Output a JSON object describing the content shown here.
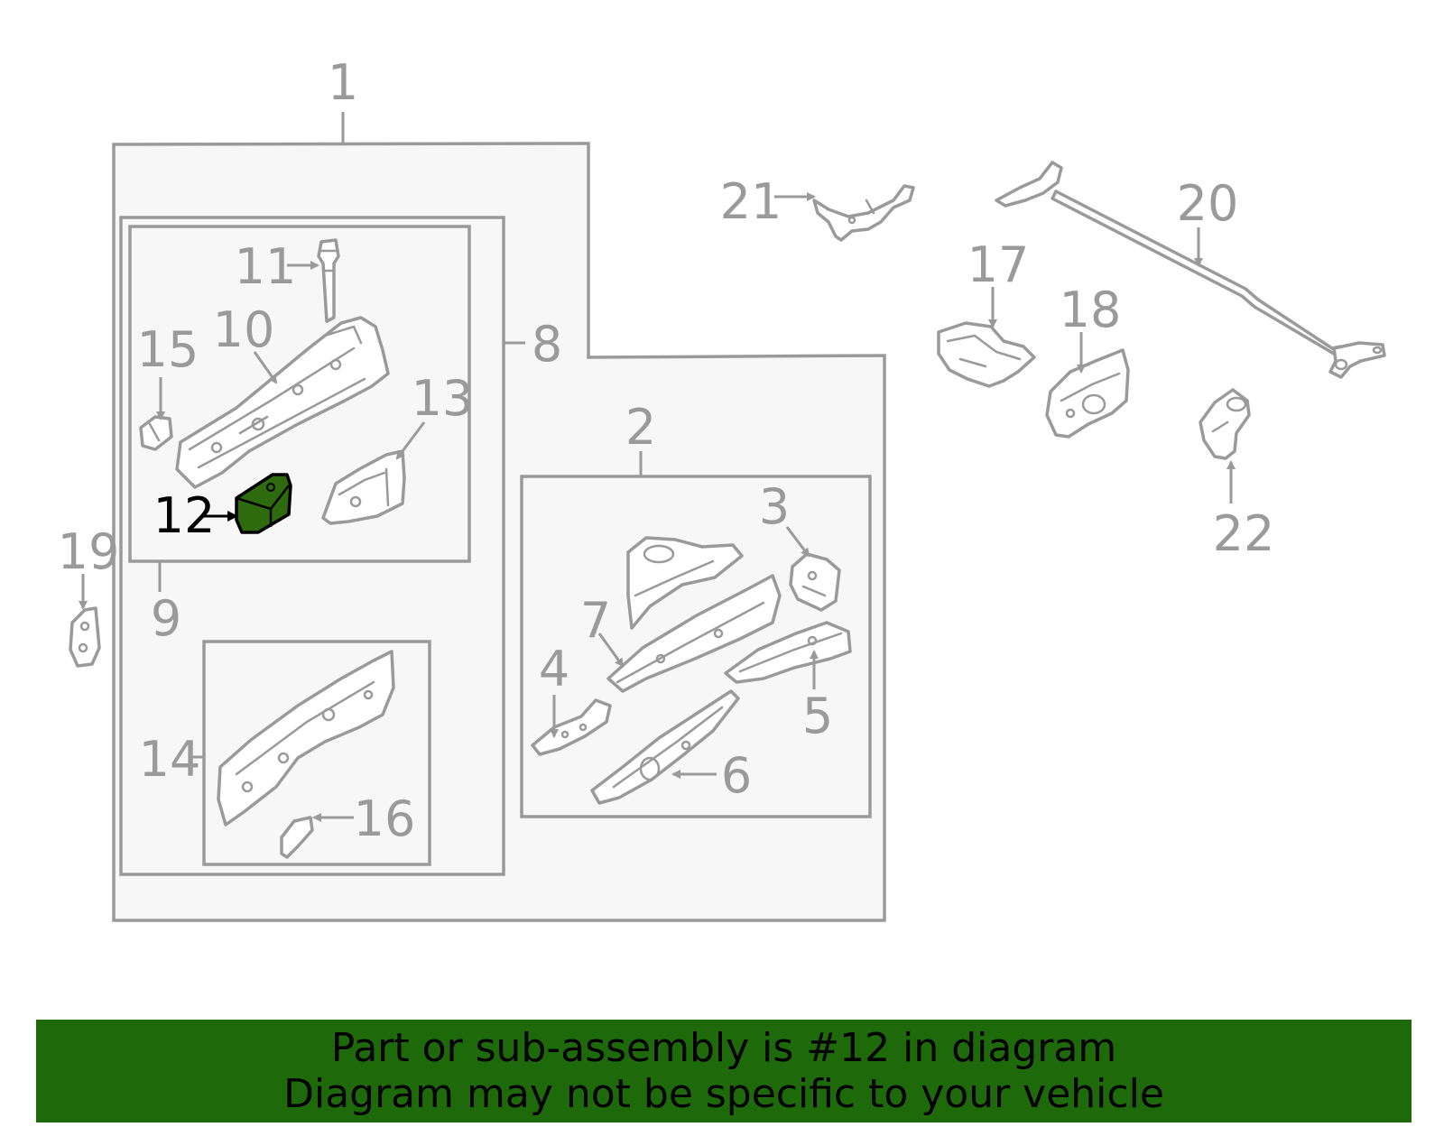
{
  "diagram": {
    "callouts": {
      "c1": "1",
      "c2": "2",
      "c3": "3",
      "c4": "4",
      "c5": "5",
      "c6": "6",
      "c7": "7",
      "c8": "8",
      "c9": "9",
      "c10": "10",
      "c11": "11",
      "c12": "12",
      "c13": "13",
      "c14": "14",
      "c15": "15",
      "c16": "16",
      "c17": "17",
      "c18": "18",
      "c19": "19",
      "c20": "20",
      "c21": "21",
      "c22": "22"
    },
    "highlighted_part": "12",
    "highlight_color": "#2e6b0e",
    "line_color": "#9a9a9a",
    "panel_fill": "#f7f7f7"
  },
  "banner": {
    "line1": "Part or sub-assembly is #12 in diagram",
    "line2": "Diagram may not be specific to your vehicle",
    "background": "#1e6a0b"
  }
}
